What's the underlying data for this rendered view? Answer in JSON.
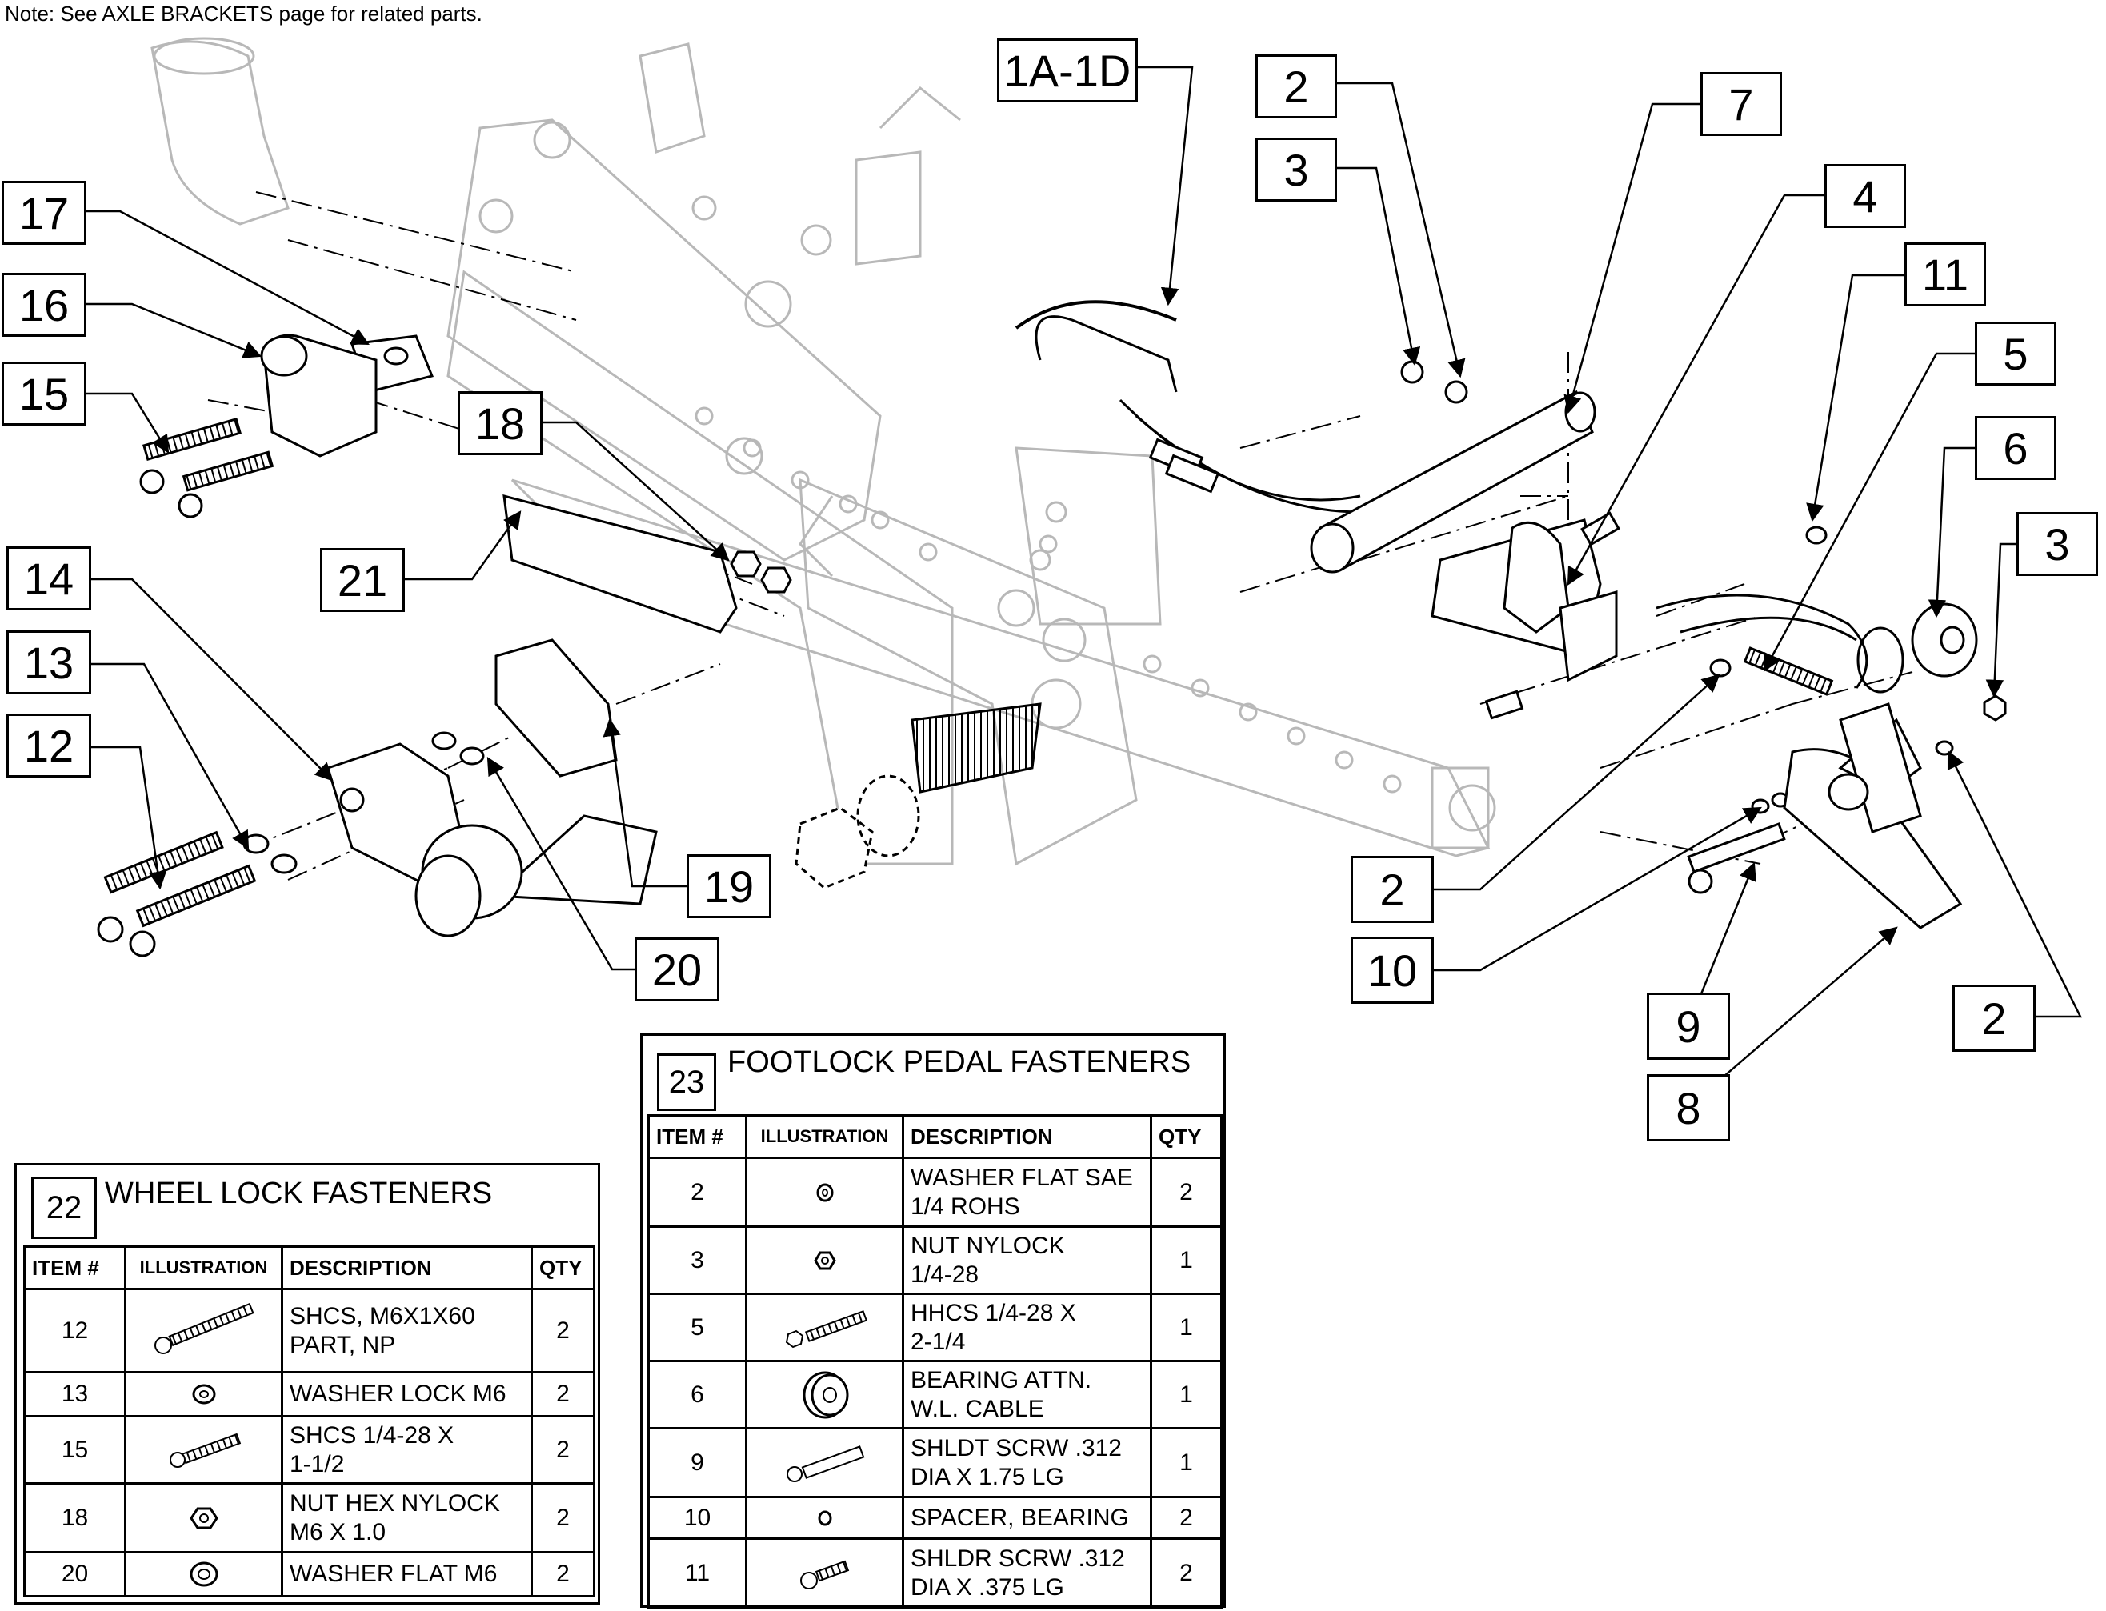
{
  "note": "Note: See AXLE BRACKETS page for related parts.",
  "callouts": {
    "c1a1d": "1A-1D",
    "c2a": "2",
    "c3a": "3",
    "c7": "7",
    "c4": "4",
    "c11": "11",
    "c5": "5",
    "c6": "6",
    "c3b": "3",
    "c17": "17",
    "c16": "16",
    "c15": "15",
    "c18": "18",
    "c21": "21",
    "c14": "14",
    "c13": "13",
    "c12": "12",
    "c19": "19",
    "c20": "20",
    "c2b": "2",
    "c10": "10",
    "c9": "9",
    "c8": "8",
    "c2c": "2"
  },
  "wheel_lock_table": {
    "number": "22",
    "title": "WHEEL LOCK FASTENERS",
    "headers": [
      "ITEM #",
      "ILLUSTRATION",
      "DESCRIPTION",
      "QTY"
    ],
    "rows": [
      {
        "item": "12",
        "icon": "long-bolt-icon",
        "desc": [
          "SHCS, M6X1X60",
          "PART, NP"
        ],
        "qty": "2"
      },
      {
        "item": "13",
        "icon": "lock-washer-icon",
        "desc": [
          "WASHER LOCK M6"
        ],
        "qty": "2"
      },
      {
        "item": "15",
        "icon": "medium-bolt-icon",
        "desc": [
          "SHCS 1/4-28 X",
          "1-1/2"
        ],
        "qty": "2"
      },
      {
        "item": "18",
        "icon": "hex-nut-icon",
        "desc": [
          "NUT HEX NYLOCK",
          "M6 X 1.0"
        ],
        "qty": "2"
      },
      {
        "item": "20",
        "icon": "flat-washer-icon",
        "desc": [
          "WASHER FLAT M6"
        ],
        "qty": "2"
      }
    ]
  },
  "footlock_table": {
    "number": "23",
    "title": "FOOTLOCK PEDAL FASTENERS",
    "headers": [
      "ITEM #",
      "ILLUSTRATION",
      "DESCRIPTION",
      "QTY"
    ],
    "rows": [
      {
        "item": "2",
        "icon": "small-washer-icon",
        "desc": [
          "WASHER FLAT SAE",
          "1/4 ROHS"
        ],
        "qty": "2"
      },
      {
        "item": "3",
        "icon": "nylock-nut-icon",
        "desc": [
          "NUT NYLOCK",
          "1/4-28"
        ],
        "qty": "1"
      },
      {
        "item": "5",
        "icon": "hex-bolt-icon",
        "desc": [
          "HHCS 1/4-28 X",
          "2-1/4"
        ],
        "qty": "1"
      },
      {
        "item": "6",
        "icon": "bearing-icon",
        "desc": [
          "BEARING ATTN.",
          "W.L. CABLE"
        ],
        "qty": "1"
      },
      {
        "item": "9",
        "icon": "shoulder-screw-long-icon",
        "desc": [
          "SHLDT SCRW .312",
          "DIA X 1.75 LG"
        ],
        "qty": "1"
      },
      {
        "item": "10",
        "icon": "spacer-icon",
        "desc": [
          "SPACER, BEARING"
        ],
        "qty": "2"
      },
      {
        "item": "11",
        "icon": "shoulder-screw-short-icon",
        "desc": [
          "SHLDR SCRW .312",
          "DIA X .375 LG"
        ],
        "qty": "2"
      }
    ]
  }
}
